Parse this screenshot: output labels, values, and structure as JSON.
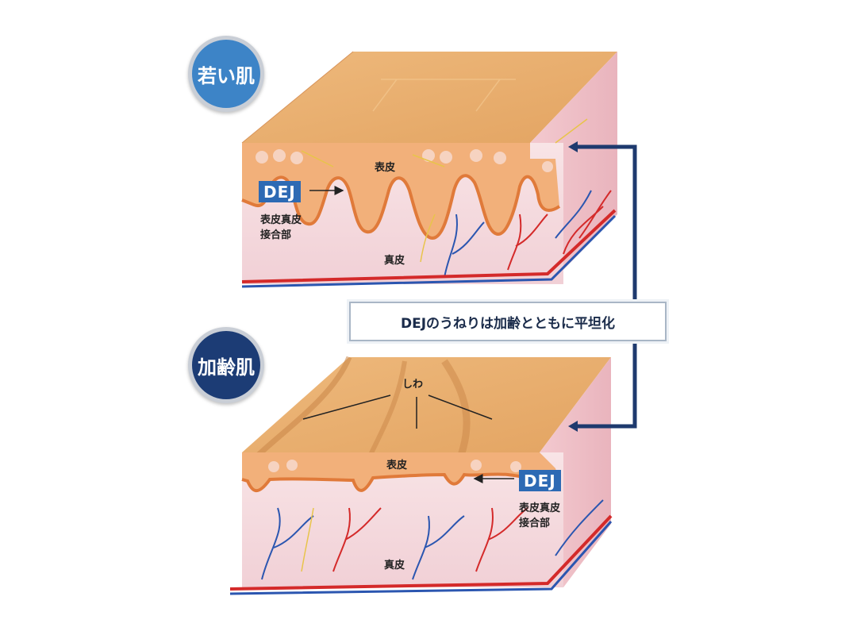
{
  "young": {
    "badge": "若い肌",
    "epidermis": "表皮",
    "dermis": "真皮",
    "dej": "DEJ",
    "dej_desc_1": "表皮真皮",
    "dej_desc_2": "接合部"
  },
  "aged": {
    "badge": "加齢肌",
    "wrinkle": "しわ",
    "epidermis": "表皮",
    "dermis": "真皮",
    "dej": "DEJ",
    "dej_desc_1": "表皮真皮",
    "dej_desc_2": "接合部"
  },
  "banner": "DEJのうねりは加齢とともに平坦化",
  "colors": {
    "young_badge": "#3d84c7",
    "aged_badge": "#1c3c75",
    "dej_box": "#2d6ab4",
    "skin_top": "#e7ae6f",
    "epidermis_line": "#e07a3a",
    "dermis": "#f6dbe0",
    "artery": "#d42a2a",
    "vein": "#2b56b0",
    "arrow": "#1e3a6e"
  }
}
